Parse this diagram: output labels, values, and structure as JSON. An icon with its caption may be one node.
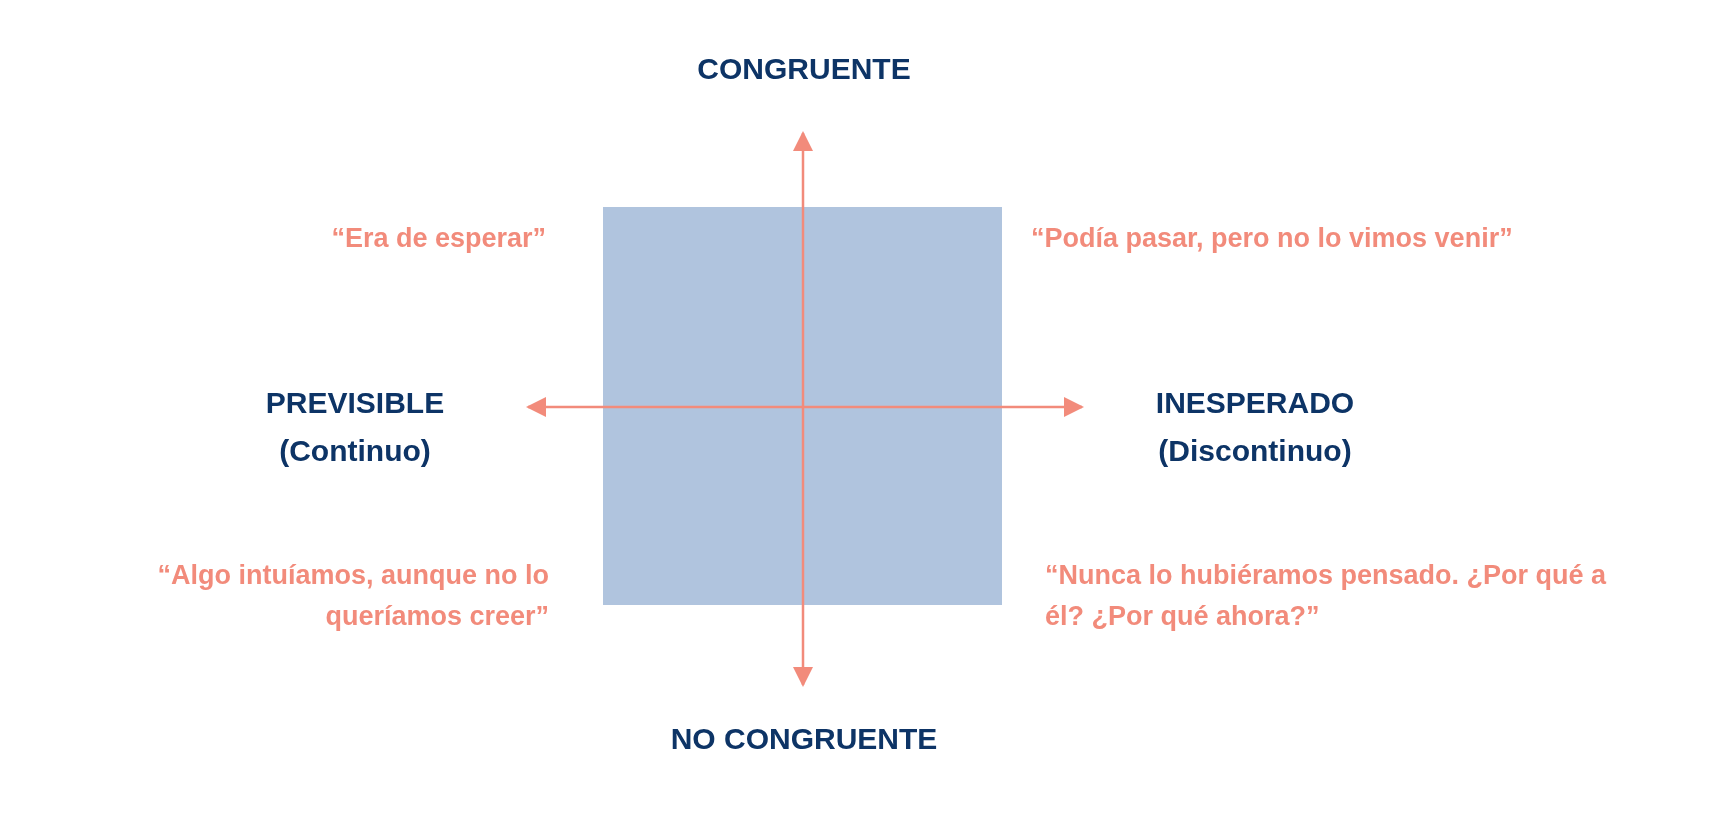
{
  "diagram": {
    "nodes": [
      {
        "text": [],
        "shape": "box"
      }
    ],
    "labels": [
      "CONGRUENTE",
      "“Era de esperar”",
      "“Podía pasar, pero no lo vimos venir”",
      "PREVISIBLE",
      "(Continuo)",
      "INESPERADO",
      "(Discontinuo)",
      "“Algo intuíamos, aunque no lo queríamos creer”",
      "“Nunca lo hubiéramos pensado. ¿Por qué a él? ¿Por qué ahora?”",
      "NO CONGRUENTE"
    ]
  }
}
